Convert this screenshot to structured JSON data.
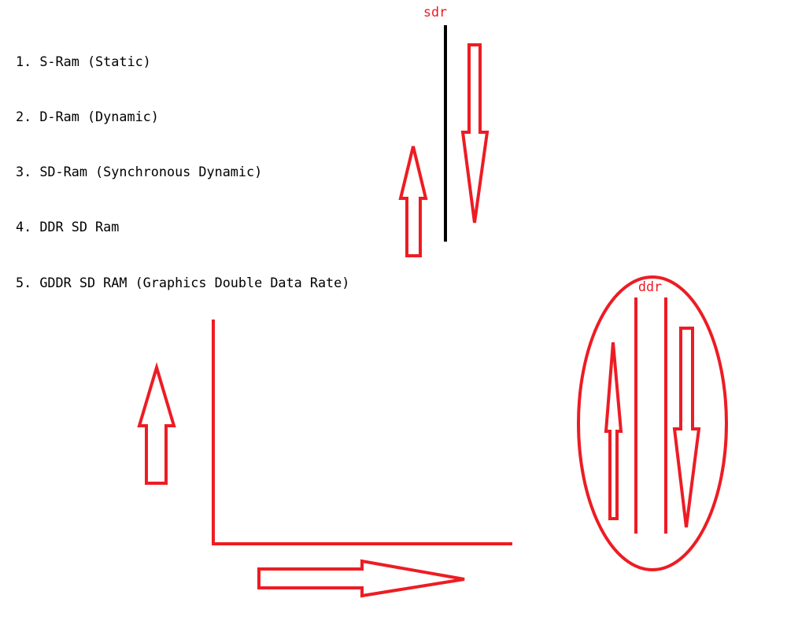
{
  "memory_types": [
    {
      "number": "1.",
      "text": "S-Ram (Static)"
    },
    {
      "number": "2.",
      "text": "D-Ram (Dynamic)"
    },
    {
      "number": "3.",
      "text": "SD-Ram (Synchronous Dynamic)"
    },
    {
      "number": "4.",
      "text": "DDR SD Ram"
    },
    {
      "number": "5.",
      "text": "GDDR SD RAM (Graphics Double Data Rate)"
    }
  ],
  "labels": {
    "sdr": "sdr",
    "ddr": "ddr"
  },
  "colors": {
    "text": "#000000",
    "drawing": "#ed1c24",
    "line": "#000000"
  }
}
